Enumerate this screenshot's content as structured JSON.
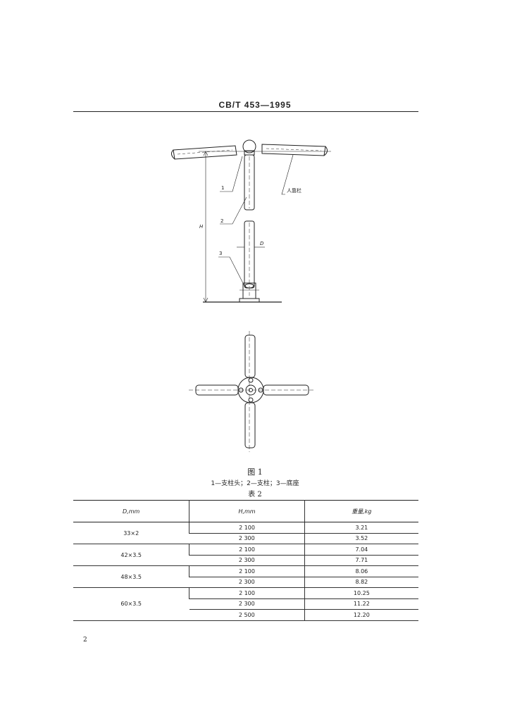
{
  "header": {
    "title": "CB/T 453—1995"
  },
  "figure": {
    "caption": "图 1",
    "labels": {
      "part1": "1",
      "part2": "2",
      "part3": "3",
      "h_dim": "H",
      "d_dim": "D",
      "guardrail": "人靠栏"
    },
    "legend": "1—支柱头；2—支柱；3—底座"
  },
  "table": {
    "title": "表 2",
    "headers": [
      "D,mm",
      "H,mm",
      "重量,kg"
    ],
    "groups": [
      {
        "d": "33×2",
        "rows": [
          {
            "h": "2 100",
            "w": "3.21"
          },
          {
            "h": "2 300",
            "w": "3.52"
          }
        ]
      },
      {
        "d": "42×3.5",
        "rows": [
          {
            "h": "2 100",
            "w": "7.04"
          },
          {
            "h": "2 300",
            "w": "7.71"
          }
        ]
      },
      {
        "d": "48×3.5",
        "rows": [
          {
            "h": "2 100",
            "w": "8.06"
          },
          {
            "h": "2 300",
            "w": "8.82"
          }
        ]
      },
      {
        "d": "60×3.5",
        "rows": [
          {
            "h": "2 100",
            "w": "10.25"
          },
          {
            "h": "2 300",
            "w": "11.22"
          },
          {
            "h": "2 500",
            "w": "12.20"
          }
        ]
      }
    ]
  },
  "page_number": "2"
}
